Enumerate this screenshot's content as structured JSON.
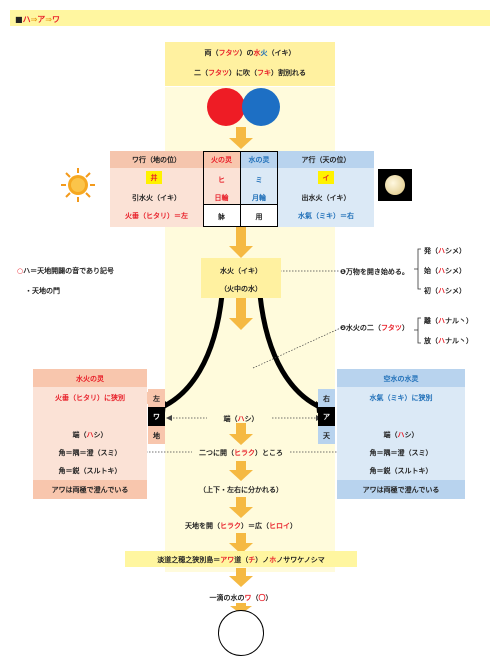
{
  "header": {
    "marker": "■",
    "a": "ハ",
    "arrow1": "⇒",
    "b": "ア",
    "arrow2": "⇒",
    "c": "ワ"
  },
  "top": {
    "line1": {
      "p1": "両（",
      "r1": "フタツ",
      "p2": "）の",
      "r2": "水",
      "b2": "火",
      "p3": "（イキ）"
    },
    "line2": {
      "p1": "二（",
      "r1": "フタツ",
      "p2": "）に吹（",
      "r2": "フキ",
      "p3": "）割別れる"
    }
  },
  "table": {
    "wa": {
      "title": "ワ行（地の位）",
      "item": "井",
      "line1": "引水火（イキ）",
      "line2": "火垂（ヒタリ）＝左"
    },
    "fire": {
      "title": "火の灵",
      "kana": "ヒ",
      "sun": "日輪",
      "bottom": "躰"
    },
    "water": {
      "title": "水の灵",
      "kana": "ミ",
      "moon": "月輪",
      "bottom": "用"
    },
    "a": {
      "title": "ア行（天の位）",
      "item": "イ",
      "line1": "出水火（イキ）",
      "line2": "水氣（ミキ）＝右"
    }
  },
  "center": {
    "suika": "水火（イキ）",
    "suichu": "（火中の水）"
  },
  "left_notes": {
    "ha": "ハ＝天地開闢の音であり記号",
    "ha_prefix": "○",
    "gate": "・天地の門"
  },
  "note1": {
    "text": "❶万物を開き始める。"
  },
  "kana_list1": [
    {
      "pre": "発（",
      "kana": "ハ",
      "post": "シメ）"
    },
    {
      "pre": "始（",
      "kana": "ハ",
      "post": "シメ）"
    },
    {
      "pre": "初（",
      "kana": "ハ",
      "post": "シメ）"
    }
  ],
  "note2": {
    "pre": "❷水火の二（",
    "kana": "フタツ",
    "post": "）"
  },
  "kana_list2": [
    {
      "pre": "離（",
      "kana": "ハ",
      "post": "ナル丶）"
    },
    {
      "pre": "放（",
      "kana": "ハ",
      "post": "ナル丶）"
    }
  ],
  "left_panel": {
    "title": "水火の灵",
    "line1": "火垂（ヒタリ）に狭別",
    "line2_pre": "端（",
    "line2_kana": "ハ",
    "line2_post": "シ）",
    "line3": "角＝隅＝澄（スミ）",
    "line4": "角＝鋭（スルトキ）",
    "footer": "アワは両極で澄んでいる"
  },
  "right_panel": {
    "title": "空水の水灵",
    "line1": "水氣（ミキ）に狭別",
    "line2_pre": "端（",
    "line2_kana": "ハ",
    "line2_post": "シ）",
    "line3": "角＝隅＝澄（スミ）",
    "line4": "角＝鋭（スルトキ）",
    "footer": "アワは両極で澄んでいる"
  },
  "left_col": {
    "top": "左",
    "mid": "ワ",
    "bottom": "地"
  },
  "right_col": {
    "top": "右",
    "mid": "ア",
    "bottom": "天"
  },
  "middle": {
    "hashi_pre": "端（",
    "hashi_kana": "ハ",
    "hashi_post": "シ）",
    "futatsu_pre": "二つに開（",
    "futatsu_kana": "ヒラク",
    "futatsu_post": "）ところ",
    "wakareru": "（上下・左右に分かれる）",
    "hiraku_pre": "天地を開（",
    "hiraku_kana": "ヒラク",
    "hiraku_mid": "）＝広（",
    "hiraku_kana2": "ヒロイ",
    "hiraku_post": "）"
  },
  "awaji": {
    "p1": "淡道之穂之狭別島＝",
    "k1": "アワ",
    "p2": "道（",
    "k2": "チ",
    "p3": "）ノ",
    "k3": "ホ",
    "p4": "ノサワケノシマ"
  },
  "drop": {
    "p1": "一滴の水の",
    "k1": "ワ",
    "p2": "（",
    "k2": "〇",
    "p3": "）"
  },
  "colors": {
    "fire_red": "#e8202a",
    "water_blue": "#1f6fb8",
    "yellow": "#fff2a8",
    "salmon": "#fbe2d6",
    "lightblue": "#dbe9f6"
  }
}
